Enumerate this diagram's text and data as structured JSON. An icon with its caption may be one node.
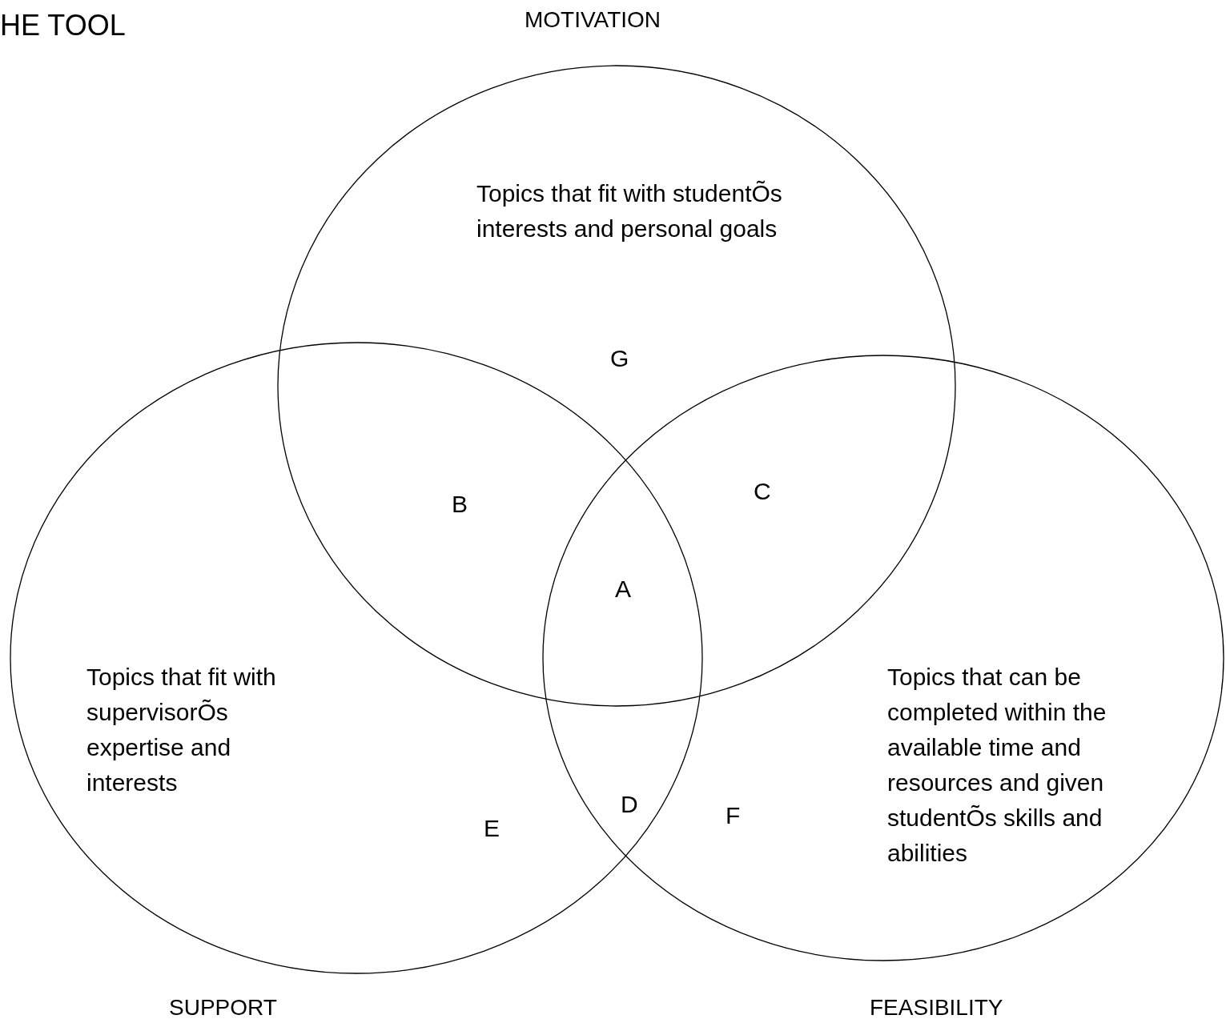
{
  "diagram": {
    "title": "HE TOOL",
    "nodes": [
      {
        "text": [
          "MOTIVATION",
          "Topics that fit with studentÕs interests and personal goals"
        ]
      },
      {
        "text": [
          "Topics that fit with supervisorÕs expertise and interests",
          "SUPPORT"
        ]
      },
      {
        "text": [
          "Topics that can be completed within the available time and resources and given studentÕs skills and abilities",
          "FEASIBILITY"
        ]
      }
    ],
    "labels": [
      "G",
      "B",
      "C",
      "A",
      "E",
      "D",
      "F"
    ]
  }
}
